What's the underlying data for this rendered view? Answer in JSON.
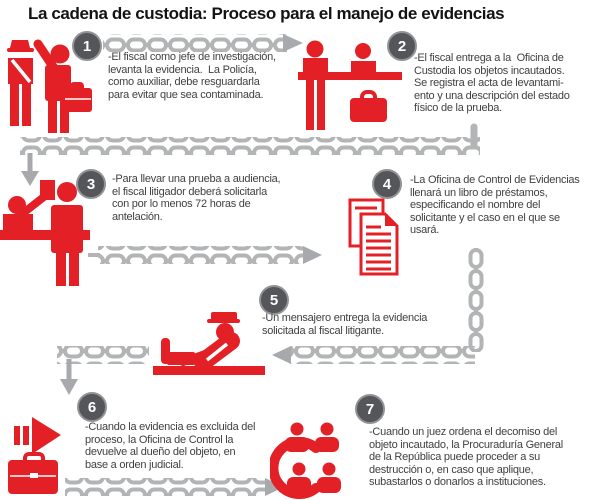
{
  "title": "La cadena de custodia: Proceso para el manejo de evidencias",
  "colors": {
    "accent_red": "#e32026",
    "chain_gray": "#b2b4b6",
    "arrow_gray": "#a7a9ac",
    "number_circle": "#55565a",
    "body_text": "#414042",
    "title_text": "#131313"
  },
  "steps": [
    {
      "num": "1",
      "icon": "police-officer-and-fiscal-raising-evidence-icon",
      "lines": [
        "-El fiscal como jefe de investigación,",
        "levanta la evidencia.  La Policía,",
        "como auxiliar, debe resguardarla",
        "para evitar que sea contaminada."
      ]
    },
    {
      "num": "2",
      "icon": "custody-office-counter-with-bag-icon",
      "lines": [
        "-El fiscal entrega a la  Oficina de",
        "Custodia los objetos incautados.",
        "Se registra el acta de levantami-",
        "ento y una descripción del estado",
        "físico de la prueba."
      ]
    },
    {
      "num": "3",
      "icon": "clerk-handing-request-at-counter-icon",
      "lines": [
        "-Para llevar una prueba a audiencia,",
        "el fiscal litigador deberá solicitarla",
        "con por lo menos 72 horas de",
        "antelación."
      ]
    },
    {
      "num": "4",
      "icon": "loan-book-documents-icon",
      "lines": [
        "-La Oficina de Control de Evidencias",
        "llenará un libro de préstamos,",
        "especificando el nombre del",
        "solicitante y el caso en el que se",
        "usará."
      ]
    },
    {
      "num": "5",
      "icon": "messenger-at-counter-icon",
      "lines": [
        "-Un mensajero entrega la evidencia",
        "solicitada al fiscal litigante."
      ]
    },
    {
      "num": "6",
      "icon": "return-arrow-and-briefcase-icon",
      "lines": [
        "-Cuando la evidencia es excluida del",
        "proceso, la Oficina de Control la",
        "devuelve al dueño del objeto, en",
        "base a orden judicial."
      ]
    },
    {
      "num": "7",
      "icon": "judicial-round-table-meeting-icon",
      "lines": [
        "-Cuando un juez ordena el decomiso del",
        "objeto incautado, la Procuraduría General",
        "de la República puede proceder a su",
        "destrucción o, en caso que aplique,",
        "subastarlos o donarlos a instituciones."
      ]
    }
  ]
}
